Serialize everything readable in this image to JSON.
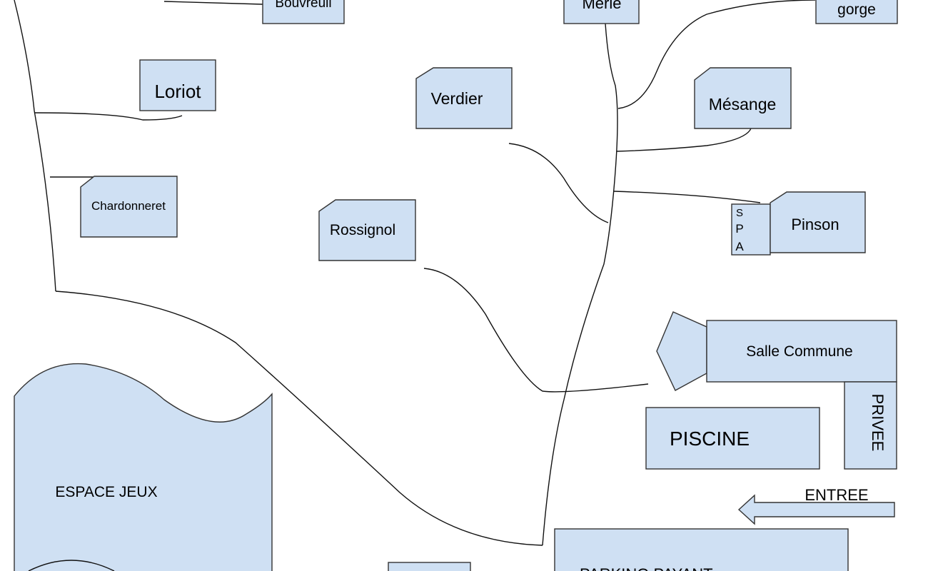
{
  "colors": {
    "building_fill": "#cfe0f3",
    "outline": "#333333",
    "path": "#111111",
    "background": "#ffffff"
  },
  "labels": {
    "bouvreuil": "Bouvreuil",
    "merle": "Merle",
    "gorge": "gorge",
    "loriot": "Loriot",
    "verdier": "Verdier",
    "mesange": "Mésange",
    "chardonneret": "Chardonneret",
    "rossignol": "Rossignol",
    "spa_s": "S",
    "spa_p": "P",
    "spa_a": "A",
    "pinson": "Pinson",
    "salle_commune": "Salle Commune",
    "privee": "PRIVEE",
    "piscine": "PISCINE",
    "entree": "ENTREE",
    "espace_jeux": "ESPACE JEUX",
    "parking": "PARKING PAYANT"
  }
}
